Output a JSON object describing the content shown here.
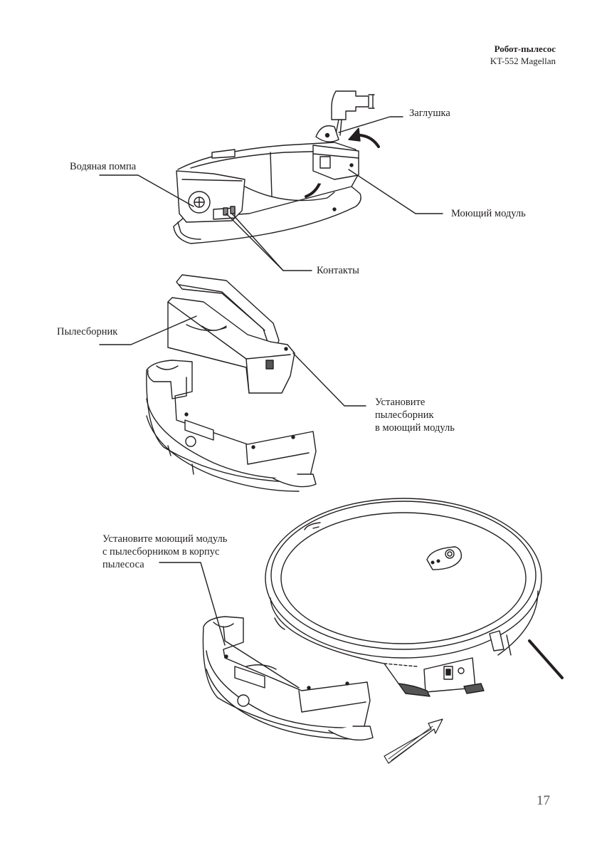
{
  "header": {
    "title": "Робот-пылесос",
    "model": "KT-552 Magellan"
  },
  "labels": {
    "plug": "Заглушка",
    "water_pump": "Водяная помпа",
    "mop_module": "Моющий модуль",
    "contacts": "Контакты",
    "dustbin": "Пылесборник",
    "install_dustbin": [
      "Установите",
      "пылесборник",
      "в моющий модуль"
    ],
    "install_module": [
      "Установите моющий модуль",
      "с пылесборником в корпус",
      "пылесоса"
    ]
  },
  "page_number": "17"
}
